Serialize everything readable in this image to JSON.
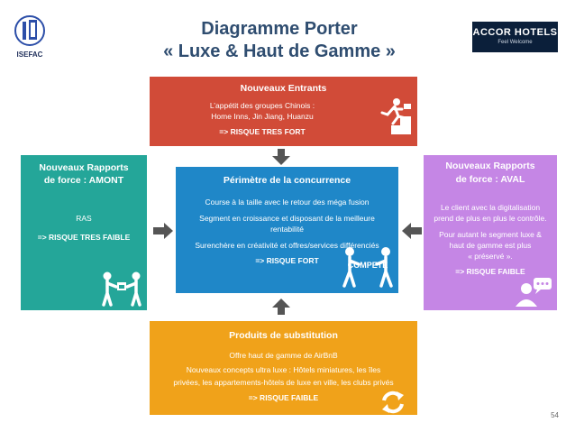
{
  "title": {
    "line1": "Diagramme Porter",
    "line2": "« Luxe & Haut de Gamme »"
  },
  "logos": {
    "left_text": "ISEFAC",
    "right_brand": "ACCOR HOTELS",
    "right_tagline": "Feel Welcome"
  },
  "entrants": {
    "heading": "Nouveaux Entrants",
    "text1": "L’appétit des groupes Chinois :",
    "text2": "Home Inns, Jin Jiang, Huanzu",
    "risk": "=> RISQUE TRES FORT"
  },
  "competition": {
    "heading": "Périmètre de la concurrence",
    "text1": "Course à la taille avec le retour des méga fusion",
    "text2": "Segment en croissance et disposant de la meilleure",
    "text3": "rentabilité",
    "text4": "Surenchère en créativité et offres/services différenciés",
    "risk": "=> RISQUE FORT",
    "icon_label": "COMPETE"
  },
  "suppliers": {
    "heading1": "Nouveaux Rapports",
    "heading2": "de force : AMONT",
    "text1": "RAS",
    "risk": "=> RISQUE TRES FAIBLE"
  },
  "buyers": {
    "heading1": "Nouveaux Rapports",
    "heading2": "de force : AVAL",
    "text1": "Le client avec la digitalisation",
    "text2": "prend de plus en plus le contrôle.",
    "text3": "Pour autant le segment luxe &",
    "text4": "haut de gamme est plus",
    "text5": "« préservé ».",
    "risk": "=> RISQUE FAIBLE"
  },
  "substitutes": {
    "heading": "Produits de substitution",
    "text1": "Offre haut de gamme de AirBnB",
    "text2": "Nouveaux concepts ultra luxe : Hôtels miniatures, les îles",
    "text3": "privées, les appartements-hôtels de luxe en ville, les clubs privés",
    "risk": "=> RISQUE FAIBLE"
  },
  "page_number": "54"
}
